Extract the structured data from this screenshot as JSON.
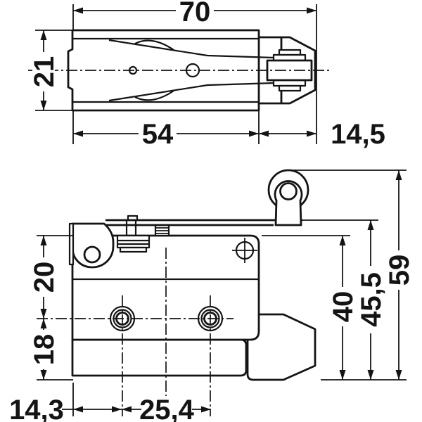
{
  "drawing": {
    "subject": "micro-limit-switch-with-roller-lever",
    "style": {
      "line_color": "#141414",
      "background": "#ffffff"
    },
    "dimensions": {
      "top_view": {
        "total_length": "70",
        "width": "21",
        "body_length": "54",
        "plunger_length": "14,5"
      },
      "side_view": {
        "top_to_hole_center": "20",
        "hole_center_to_base": "18",
        "edge_to_first_hole": "14,3",
        "hole_spacing": "25,4",
        "body_height": "40",
        "lever_pivot_height": "45,5",
        "total_height_with_roller": "59"
      }
    }
  }
}
